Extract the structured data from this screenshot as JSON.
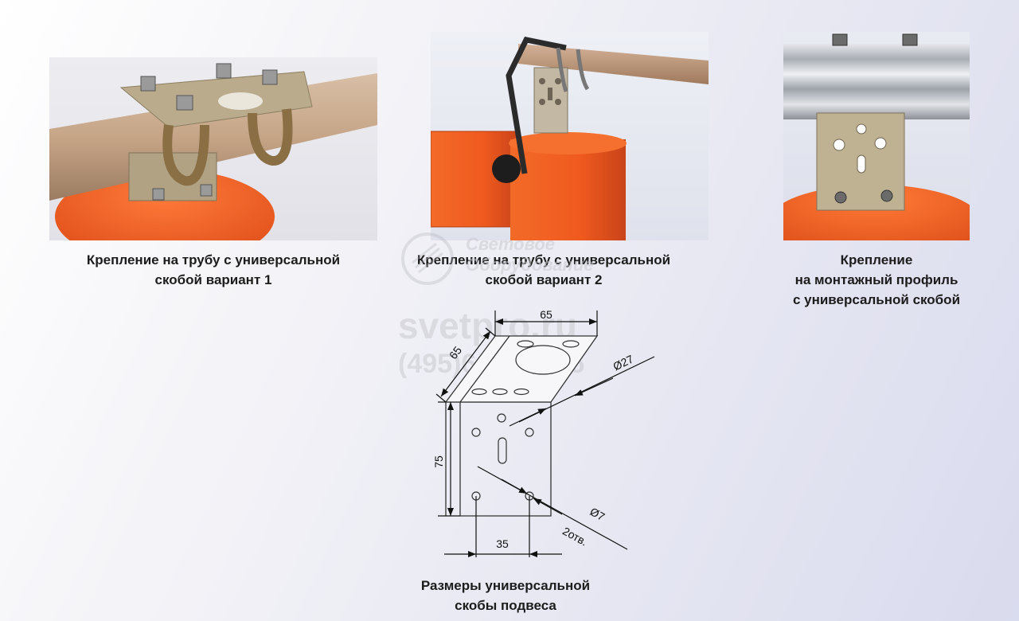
{
  "photos": [
    {
      "caption_lines": [
        "Крепление на трубу с универсальной",
        "скобой вариант 1"
      ]
    },
    {
      "caption_lines": [
        "Крепление на трубу с универсальной",
        "скобой вариант 2"
      ]
    },
    {
      "caption_lines": [
        "Крепление",
        "на монтажный профиль",
        "с универсальной скобой"
      ]
    }
  ],
  "watermark": {
    "brand_line1": "Световое",
    "brand_line2": "Оборудование",
    "site": "svetpro.ru",
    "phone": "(495)649-80-96"
  },
  "drawing": {
    "dim_top": "65",
    "dim_side": "65",
    "dim_hole_large": "Ø27",
    "dim_height": "75",
    "dim_spacing": "35",
    "dim_hole_small": "Ø7",
    "hole_count": "2отв.",
    "caption_lines": [
      "Размеры универсальной",
      "скобы подвеса"
    ]
  },
  "colors": {
    "orange": "#f05a1e",
    "pipe": "#c9a88c",
    "metal": "#b9ab8c",
    "profile": "#c7cad0"
  }
}
